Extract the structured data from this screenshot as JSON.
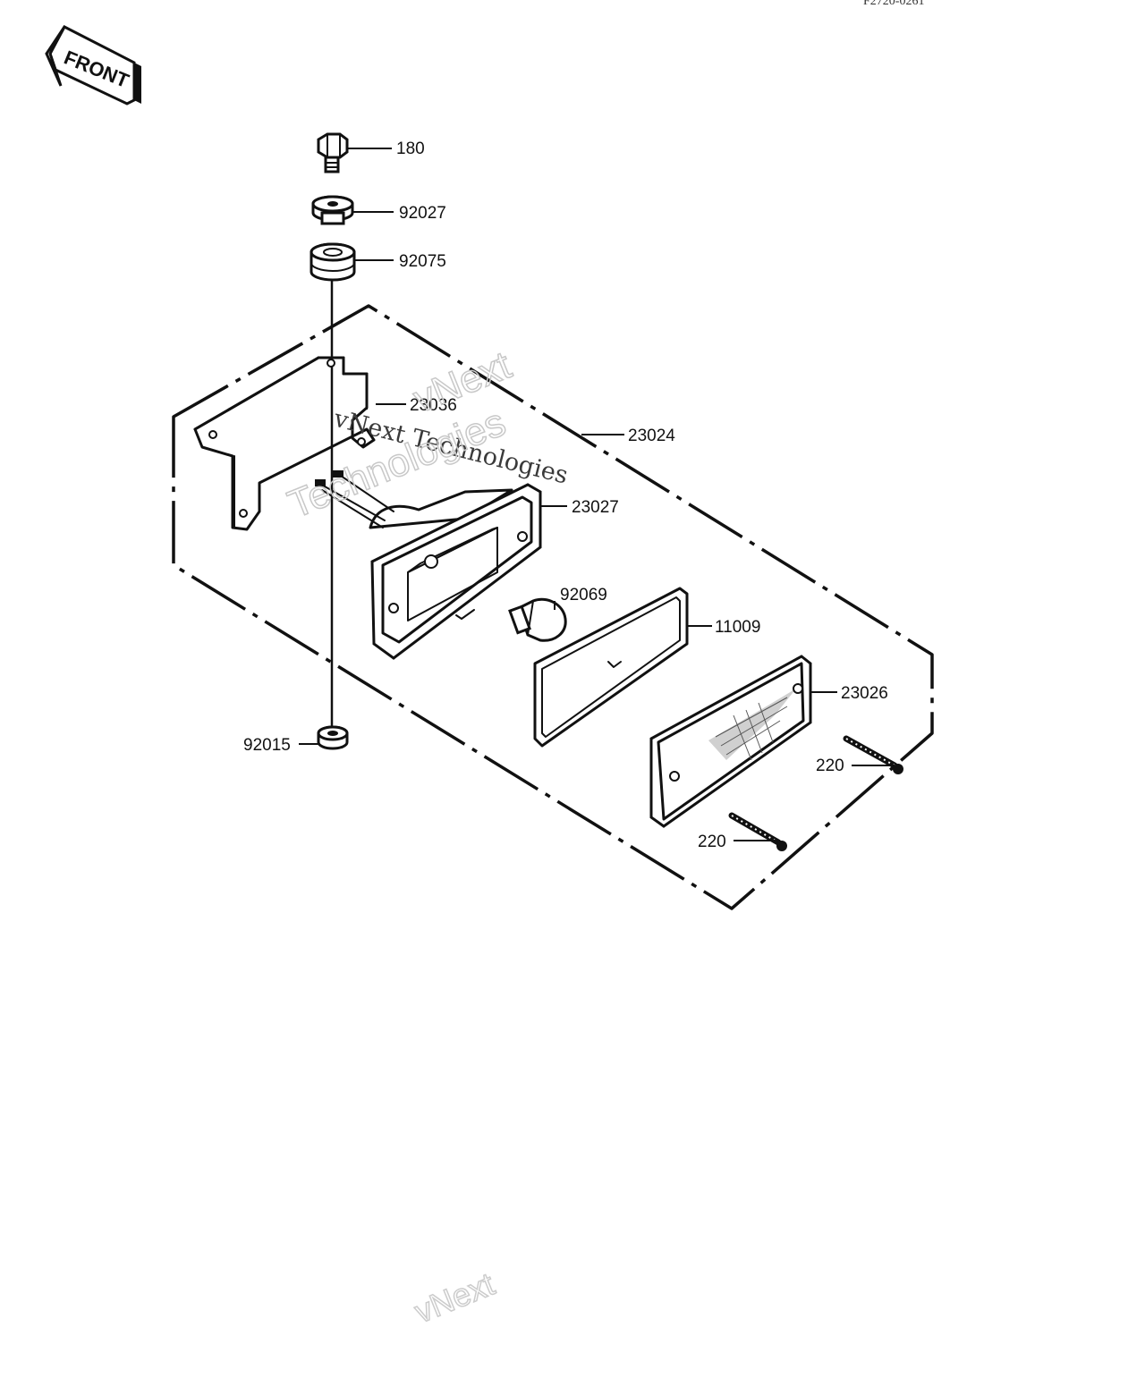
{
  "page": {
    "corner_code": "F2720-0261",
    "front_label": "FRONT"
  },
  "callouts": {
    "c180": "180",
    "c92027": "92027",
    "c92075": "92075",
    "c23036": "23036",
    "c23024": "23024",
    "c23027": "23027",
    "c92069": "92069",
    "c11009": "11009",
    "c23026": "23026",
    "c92015": "92015",
    "c220_upper": "220",
    "c220_lower": "220"
  },
  "watermark": {
    "line_a": "vNext",
    "line_b": "vNext Technologies",
    "line_c": "Technologies",
    "line_d": "vNext"
  }
}
